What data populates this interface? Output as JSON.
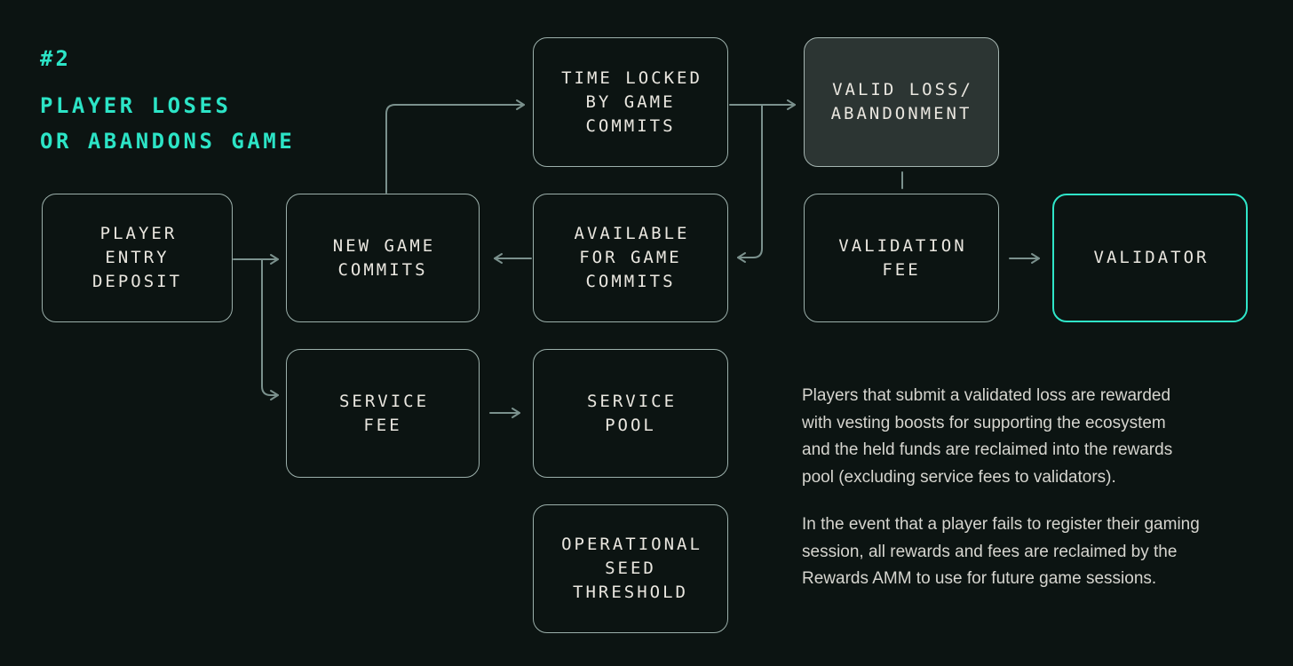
{
  "heading": {
    "tag": "#2",
    "title": "PLAYER LOSES\nOR ABANDONS GAME"
  },
  "colors": {
    "background": "#0c1412",
    "accent_teal": "#2ce4c6",
    "box_border": "#9cb0ab",
    "box_text": "#eae7e0",
    "connector": "#7b918d",
    "highlight_box_fill": "#2c3533",
    "validator_border": "#2fe5c8",
    "paragraph_text": "#d6d5cf"
  },
  "nodes": {
    "player_entry_deposit": {
      "label": "PLAYER\nENTRY\nDEPOSIT"
    },
    "new_game_commits": {
      "label": "NEW GAME\nCOMMITS"
    },
    "time_locked_by_game_commits": {
      "label": "TIME LOCKED\nBY GAME\nCOMMITS"
    },
    "valid_loss_abandonment": {
      "label": "VALID LOSS/\nABANDONMENT"
    },
    "available_for_game_commits": {
      "label": "AVAILABLE\nFOR GAME\nCOMMITS"
    },
    "validation_fee": {
      "label": "VALIDATION\nFEE"
    },
    "validator": {
      "label": "VALIDATOR"
    },
    "service_fee": {
      "label": "SERVICE\nFEE"
    },
    "service_pool": {
      "label": "SERVICE\nPOOL"
    },
    "operational_seed_threshold": {
      "label": "OPERATIONAL\nSEED\nTHRESHOLD"
    }
  },
  "edges": [
    {
      "from": "player_entry_deposit",
      "to": "new_game_commits",
      "arrow": true
    },
    {
      "from": "player_entry_deposit",
      "to": "service_fee",
      "arrow": true
    },
    {
      "from": "new_game_commits",
      "to": "time_locked_by_game_commits",
      "arrow": true
    },
    {
      "from": "time_locked_by_game_commits",
      "to": "valid_loss_abandonment",
      "arrow": true
    },
    {
      "from": "time_locked_by_game_commits",
      "to": "available_for_game_commits",
      "arrow": true
    },
    {
      "from": "available_for_game_commits",
      "to": "new_game_commits",
      "arrow": true
    },
    {
      "from": "valid_loss_abandonment",
      "to": "validation_fee",
      "arrow": false
    },
    {
      "from": "validation_fee",
      "to": "validator",
      "arrow": true
    },
    {
      "from": "service_fee",
      "to": "service_pool",
      "arrow": true
    }
  ],
  "notes": {
    "paragraph1": "Players that submit a validated loss are rewarded\nwith vesting boosts for supporting the ecosystem\nand the held funds are reclaimed into the rewards\npool (excluding service fees to validators).",
    "paragraph2": "In the event that a player fails to register their gaming\nsession, all rewards and fees are reclaimed by the\nRewards AMM to use for future game sessions."
  }
}
